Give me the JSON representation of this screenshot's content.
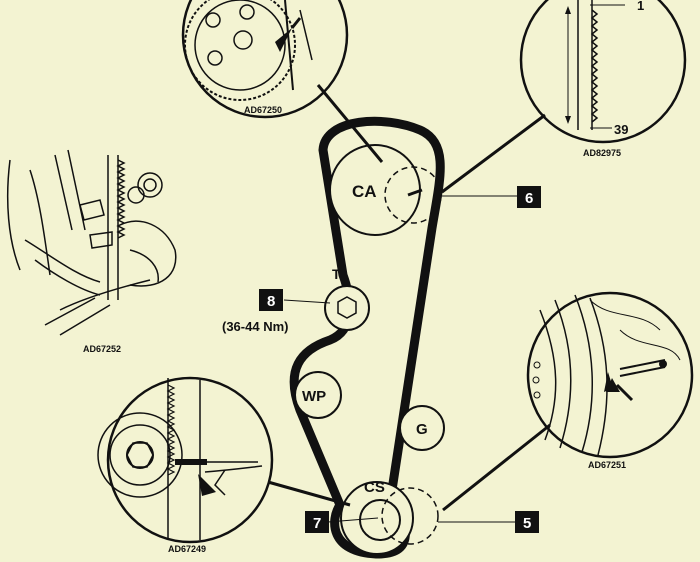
{
  "pulleys": {
    "camshaft": "CA",
    "tensioner": "T",
    "water_pump": "WP",
    "idler": "G",
    "crankshaft": "CS"
  },
  "callouts": {
    "cam_timing": "6",
    "tensioner_bolt": "8",
    "crank_timing": "5",
    "crank_bolt": "7"
  },
  "torque": "(36-44 Nm)",
  "detail_refs": {
    "top_left": "AD67250",
    "top_right": "AD82975",
    "left": "AD67252",
    "bottom_left": "AD67249",
    "bottom_right": "AD67251"
  },
  "tooth_count": {
    "start": "1",
    "end": "39"
  },
  "colors": {
    "background": "#f3f3d2",
    "ink": "#111111",
    "tag_fill": "#111111",
    "tag_text": "#ffffff"
  }
}
